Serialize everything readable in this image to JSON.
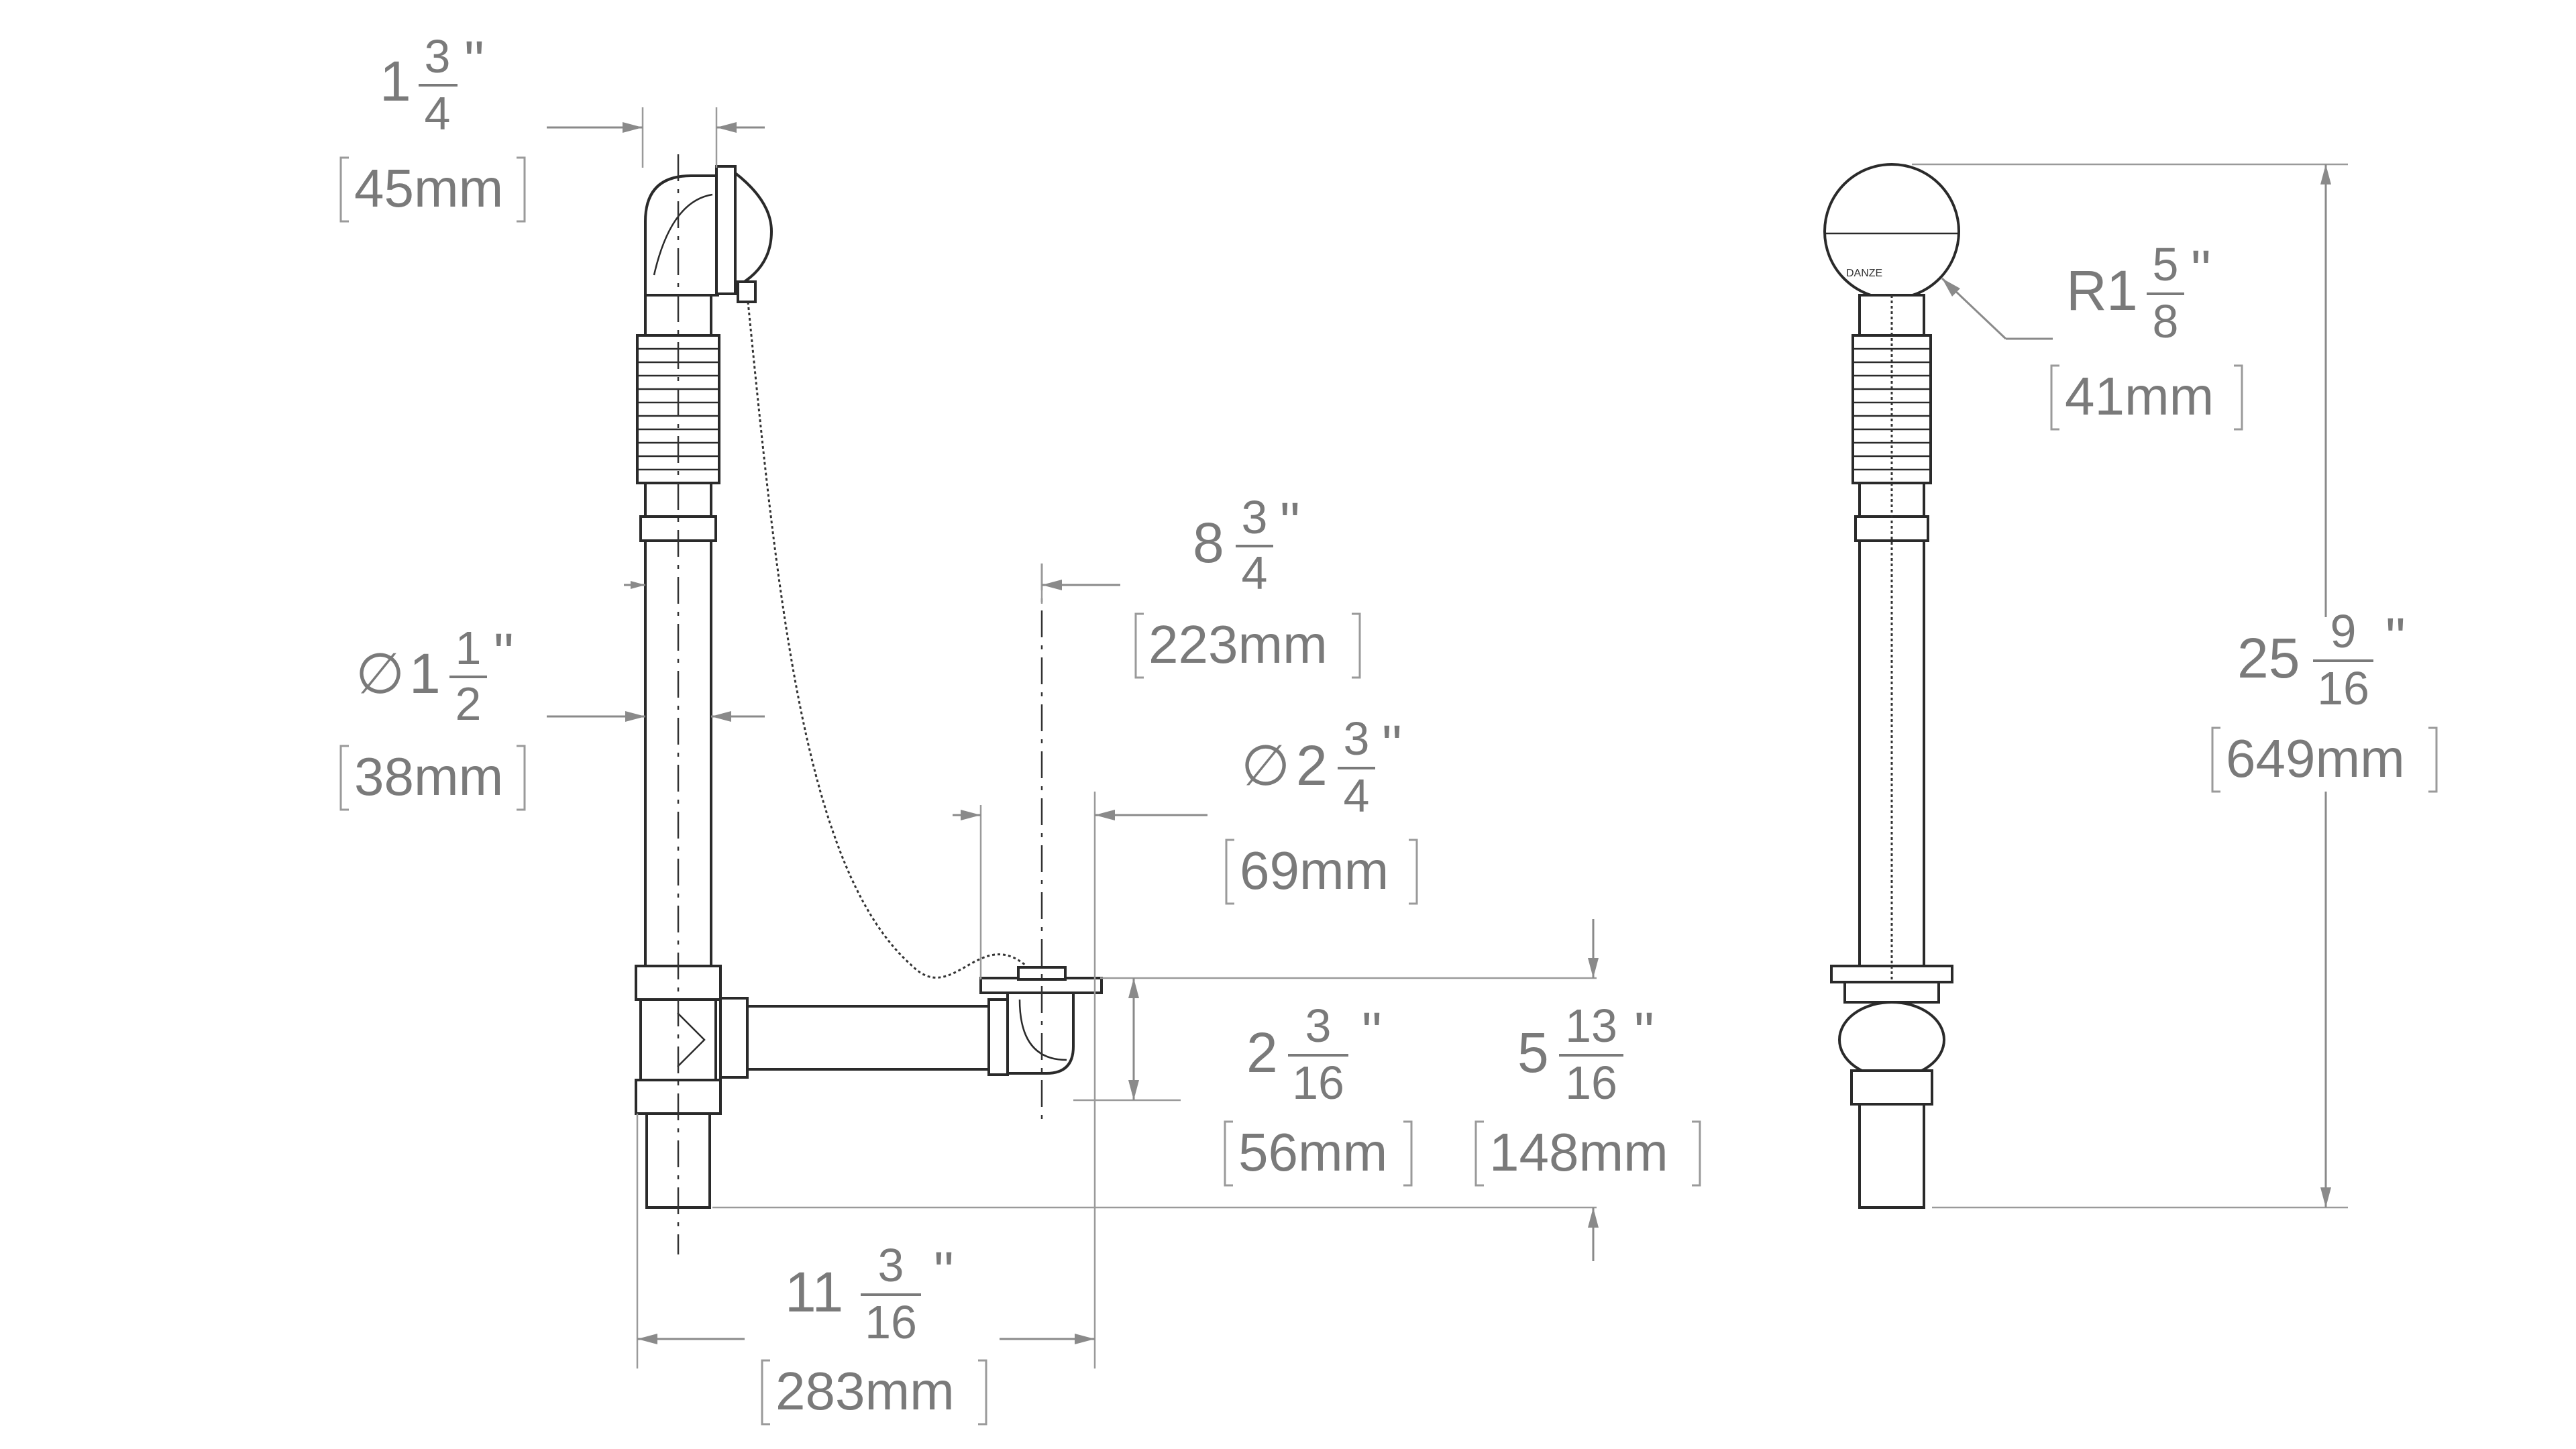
{
  "dimensions": {
    "overflow_outlet": {
      "whole": "1",
      "num": "3",
      "den": "4",
      "unit": "\"",
      "metric": "45mm"
    },
    "pipe_diameter": {
      "symbol": "∅",
      "whole": "1",
      "num": "1",
      "den": "2",
      "unit": "\"",
      "metric": "38mm"
    },
    "drain_offset": {
      "whole": "8",
      "num": "3",
      "den": "4",
      "unit": "\"",
      "metric": "223mm"
    },
    "drain_diameter": {
      "symbol": "∅",
      "whole": "2",
      "num": "3",
      "den": "4",
      "unit": "\"",
      "metric": "69mm"
    },
    "drain_height": {
      "whole": "2",
      "num": "3",
      "den": "16",
      "unit": "\"",
      "metric": "56mm"
    },
    "tee_height": {
      "whole": "5",
      "num": "13",
      "den": "16",
      "unit": "\"",
      "metric": "148mm"
    },
    "overall_length": {
      "whole": "11",
      "num": "3",
      "den": "16",
      "unit": "\"",
      "metric": "283mm"
    },
    "plate_radius": {
      "prefix": "R",
      "whole": "1",
      "num": "5",
      "den": "8",
      "unit": "\"",
      "metric": "41mm"
    },
    "overall_height": {
      "whole": "25",
      "num": "9",
      "den": "16",
      "unit": "\"",
      "metric": "649mm"
    }
  }
}
